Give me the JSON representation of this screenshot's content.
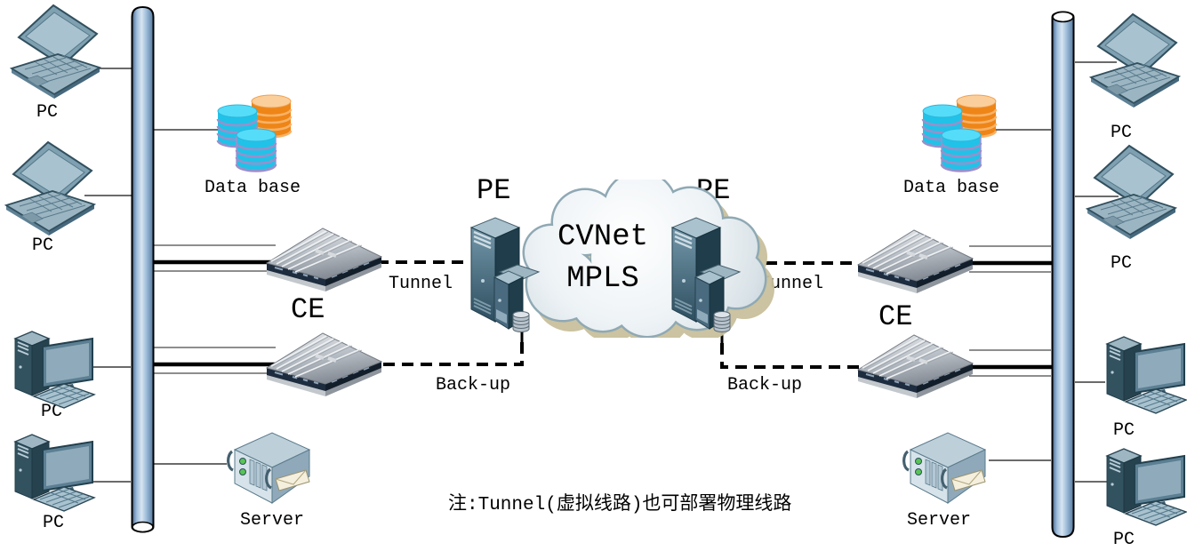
{
  "labels": {
    "pc": "PC",
    "database": "Data base",
    "ce": "CE",
    "pe": "PE",
    "tunnel": "Tunnel",
    "backup": "Back-up",
    "server": "Server"
  },
  "cloud": {
    "line1": "CVNet",
    "line2": "MPLS"
  },
  "note": "注:Tunnel(虚拟线路)也可部署物理线路",
  "colors": {
    "bus_blue": "#9cbbd8",
    "db_cyan": "#21c2e8",
    "db_orange": "#ee8517",
    "device_teal": "#2f4f61",
    "router_silver": "#b9bfc6",
    "cloud_shadow": "#c9c09c",
    "line_black": "#000000"
  }
}
